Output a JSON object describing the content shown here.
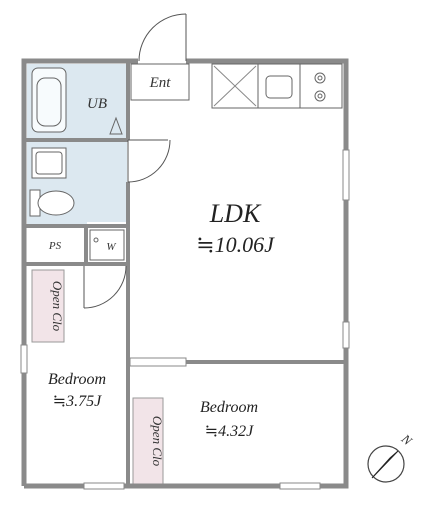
{
  "rooms": {
    "ldk": {
      "name": "LDK",
      "area": "≒10.06J"
    },
    "bedroom_left": {
      "name": "Bedroom",
      "area": "≒3.75J"
    },
    "bedroom_right": {
      "name": "Bedroom",
      "area": "≒4.32J"
    },
    "unit_bath": {
      "name": "UB"
    },
    "pipe_space": {
      "name": "PS"
    },
    "washer": {
      "name": "W"
    },
    "entrance": {
      "name": "Ent"
    },
    "open_closet_left": {
      "name": "Open Clo"
    },
    "open_closet_right": {
      "name": "Open Clo"
    }
  },
  "compass": {
    "label": "N"
  },
  "colors": {
    "wall": "#8a8a8a",
    "wet_area": "#dce8f0",
    "closet": "#f2e4e8",
    "line": "#555555"
  }
}
